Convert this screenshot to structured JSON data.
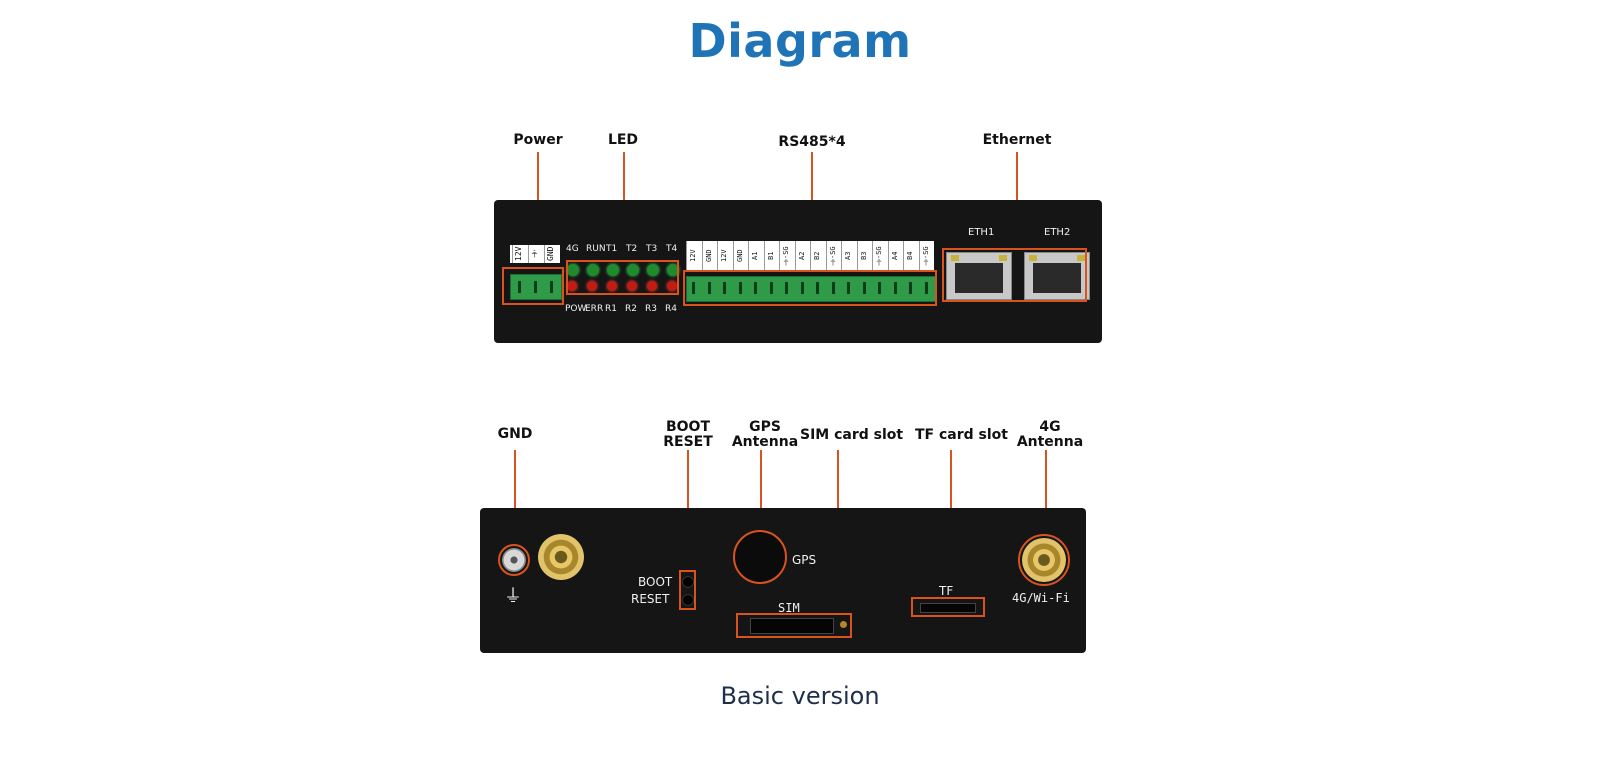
{
  "title": "Diagram",
  "caption": "Basic version",
  "top_labels": {
    "power": "Power",
    "led": "LED",
    "rs485": "RS485*4",
    "ethernet": "Ethernet"
  },
  "bottom_labels": {
    "gnd": "GND",
    "boot_reset_1": "BOOT",
    "boot_reset_2": "RESET",
    "gps_1": "GPS",
    "gps_2": "Antenna",
    "sim": "SIM card slot",
    "tf": "TF card slot",
    "ant4g_1": "4G",
    "ant4g_2": "Antenna"
  },
  "front_panel": {
    "power_pins": [
      "12V",
      "⏚",
      "GND"
    ],
    "led_top": [
      "4G",
      "RUN",
      "T1",
      "T2",
      "T3",
      "T4"
    ],
    "led_bottom": [
      "POW",
      "ERR",
      "R1",
      "R2",
      "R3",
      "R4"
    ],
    "rs485_pins": [
      "12V",
      "GND",
      "12V",
      "GND",
      "A1",
      "B1",
      "⏚-SG",
      "A2",
      "B2",
      "⏚-SG",
      "A3",
      "B3",
      "⏚-SG",
      "A4",
      "B4",
      "⏚-SG"
    ],
    "eth1": "ETH1",
    "eth2": "ETH2"
  },
  "rear_panel": {
    "boot": "BOOT",
    "reset": "RESET",
    "gps": "GPS",
    "sim": "SIM",
    "tf": "TF",
    "antenna": "4G/Wi-Fi"
  }
}
